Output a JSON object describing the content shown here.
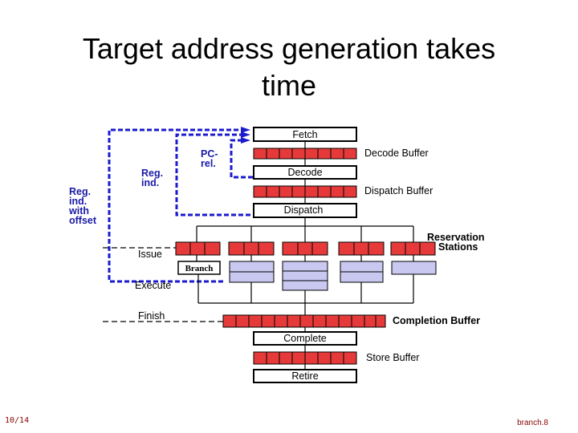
{
  "slide": {
    "title_line1": "Target address generation takes",
    "title_line2": "time",
    "page_number": "10/14",
    "footer": "branch.8"
  },
  "pipeline": {
    "fetch": "Fetch",
    "decode_buffer": "Decode Buffer",
    "decode": "Decode",
    "dispatch_buffer": "Dispatch Buffer",
    "dispatch": "Dispatch",
    "reservation_line1": "Reservation",
    "reservation_line2": "Stations",
    "issue": "Issue",
    "branch": "Branch",
    "execute": "Execute",
    "finish": "Finish",
    "completion_buffer": "Completion Buffer",
    "complete": "Complete",
    "store_buffer": "Store Buffer",
    "retire": "Retire"
  },
  "address_paths": {
    "pc_rel_line1": "PC-",
    "pc_rel_line2": "rel.",
    "reg_ind_line1": "Reg.",
    "reg_ind_line2": "ind.",
    "reg_ind_offset_line1": "Reg.",
    "reg_ind_offset_line2": "ind.",
    "reg_ind_offset_line3": "with",
    "reg_ind_offset_line4": "offset"
  },
  "colors": {
    "buffer_fill": "#e63a3a",
    "fu_fill": "#c8c8f0",
    "path_blue": "#1a1ad0",
    "footer": "#8b0000"
  }
}
